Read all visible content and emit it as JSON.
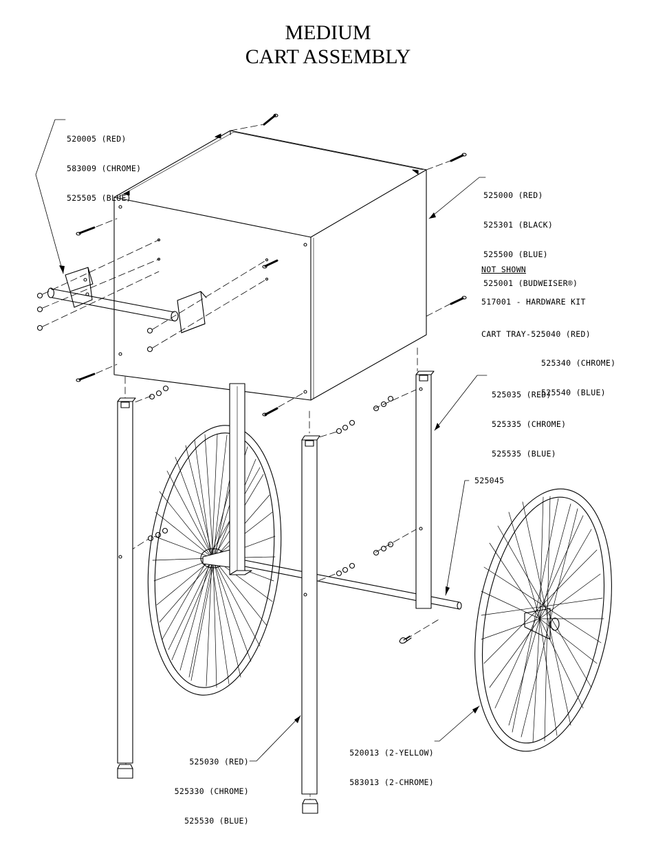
{
  "title": {
    "line1": "MEDIUM",
    "line2": "CART ASSEMBLY"
  },
  "callouts": {
    "handle": [
      "520005 (RED)",
      "583009 (CHROME)",
      "525505 (BLUE)"
    ],
    "cabinet": [
      "525000 (RED)",
      "525301 (BLACK)",
      "525500 (BLUE)",
      "525001 (BUDWEISER®)"
    ],
    "not_shown": {
      "heading": "NOT SHOWN",
      "hardware_kit": "517001 - HARDWARE KIT",
      "tray_line1": "CART TRAY-525040 (RED)",
      "tray_line2": "525340 (CHROME)",
      "tray_line3": "525540 (BLUE)"
    },
    "rear_leg": [
      "525035 (RED)",
      "525335 (CHROME)",
      "525535 (BLUE)"
    ],
    "axle": "525045",
    "front_leg": [
      "525030 (RED)",
      "525330 (CHROME)",
      "525530 (BLUE)"
    ],
    "wheel": [
      "520013 (2-YELLOW)",
      "583013 (2-CHROME)"
    ]
  }
}
